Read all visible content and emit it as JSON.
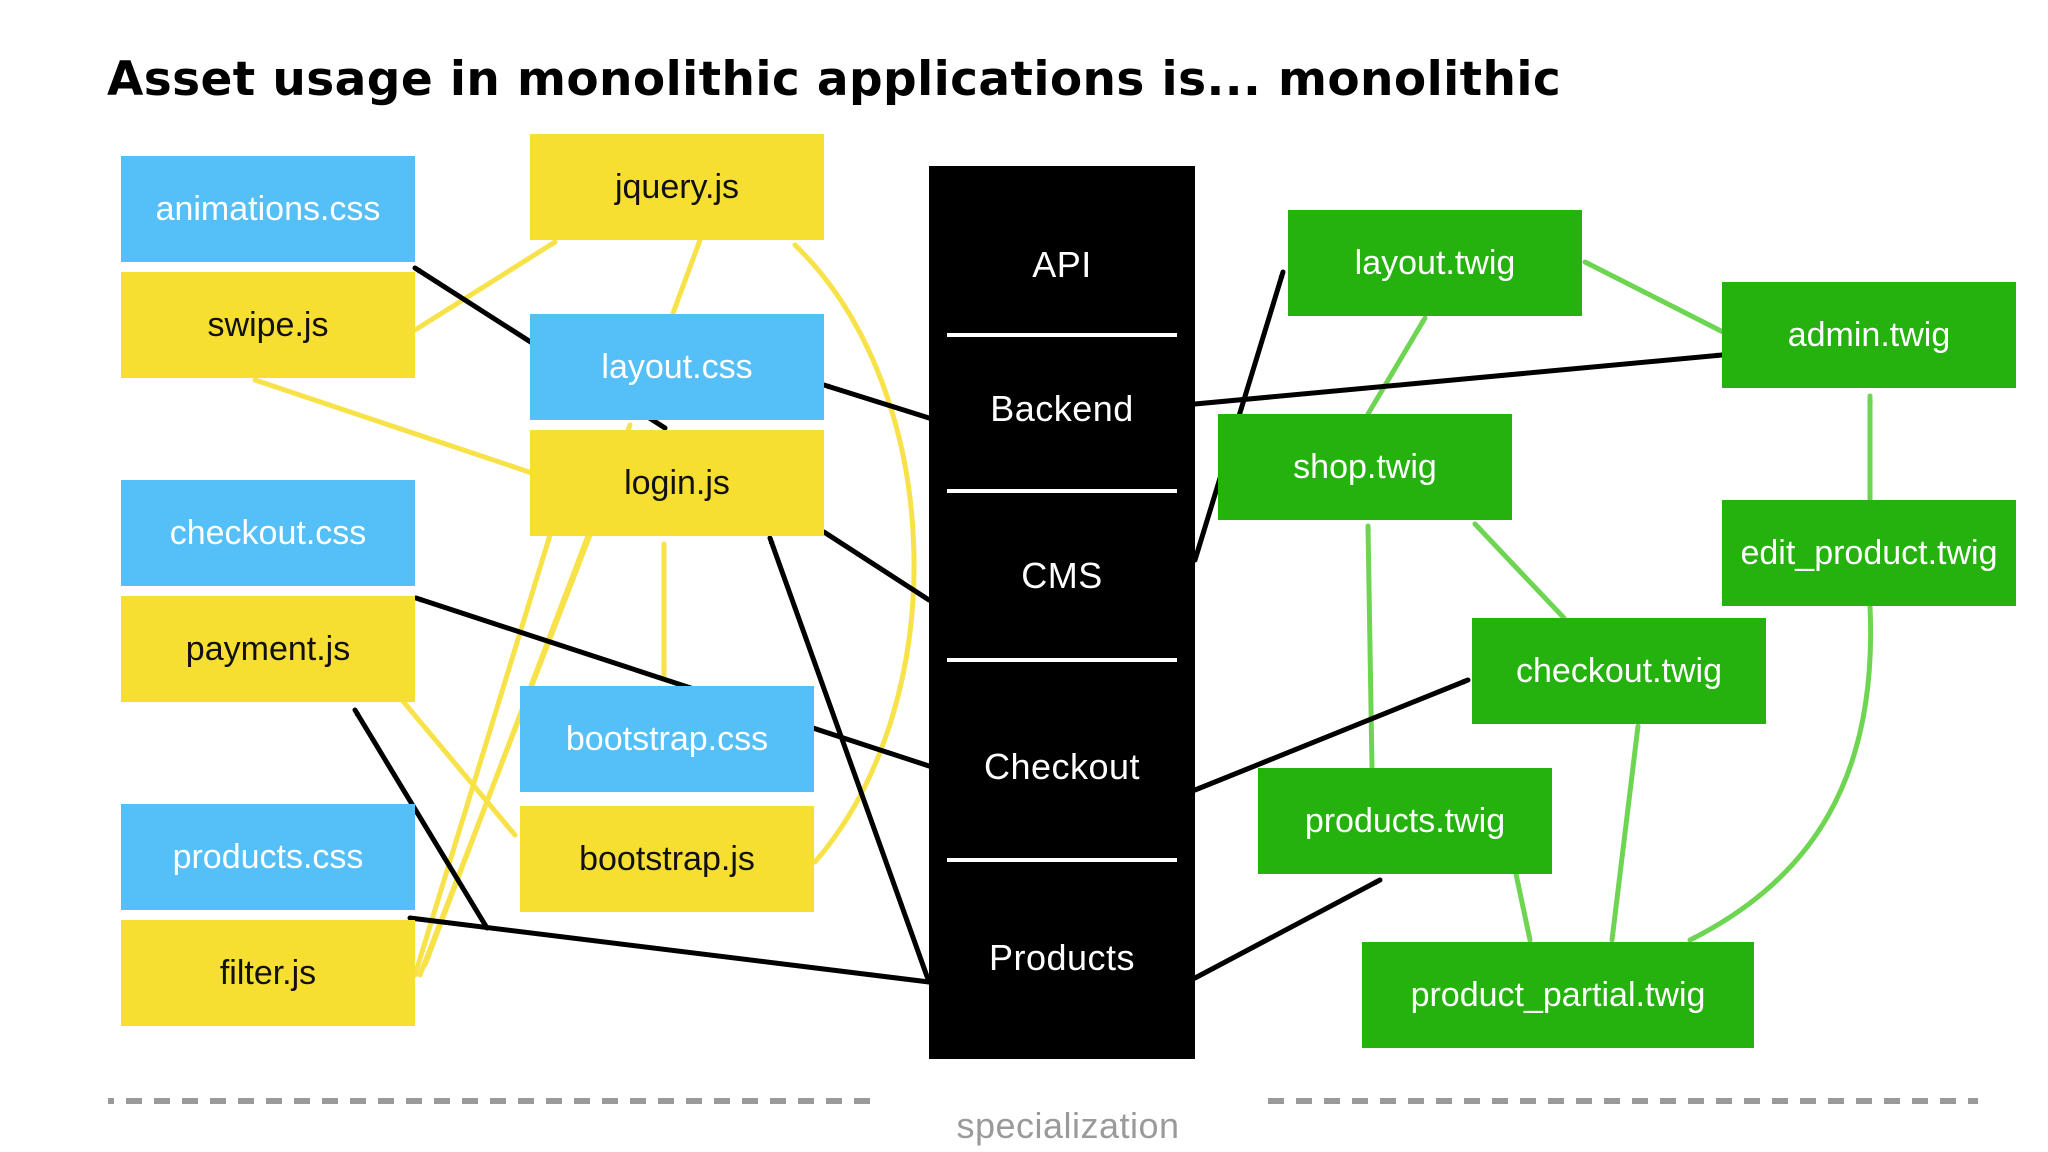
{
  "title": "Asset usage in monolithic applications is... monolithic",
  "colors": {
    "css": "#55bff8",
    "js": "#f7df32",
    "twig": "#25b10e",
    "arrow_js": "#f8e24a",
    "arrow_twig": "#6ed552",
    "arrow_module": "#000000",
    "axis": "#9a9a9a"
  },
  "assets": {
    "animations_css": "animations.css",
    "swipe_js": "swipe.js",
    "checkout_css": "checkout.css",
    "payment_js": "payment.js",
    "products_css": "products.css",
    "filter_js": "filter.js",
    "jquery_js": "jquery.js",
    "layout_css": "layout.css",
    "login_js": "login.js",
    "bootstrap_css": "bootstrap.css",
    "bootstrap_js": "bootstrap.js"
  },
  "modules": [
    "API",
    "Backend",
    "CMS",
    "Checkout",
    "Products"
  ],
  "templates": {
    "layout_twig": "layout.twig",
    "admin_twig": "admin.twig",
    "shop_twig": "shop.twig",
    "edit_product_twig": "edit_product.twig",
    "checkout_twig": "checkout.twig",
    "products_twig": "products.twig",
    "product_partial_twig": "product_partial.twig"
  },
  "axis": {
    "label": "specialization"
  }
}
